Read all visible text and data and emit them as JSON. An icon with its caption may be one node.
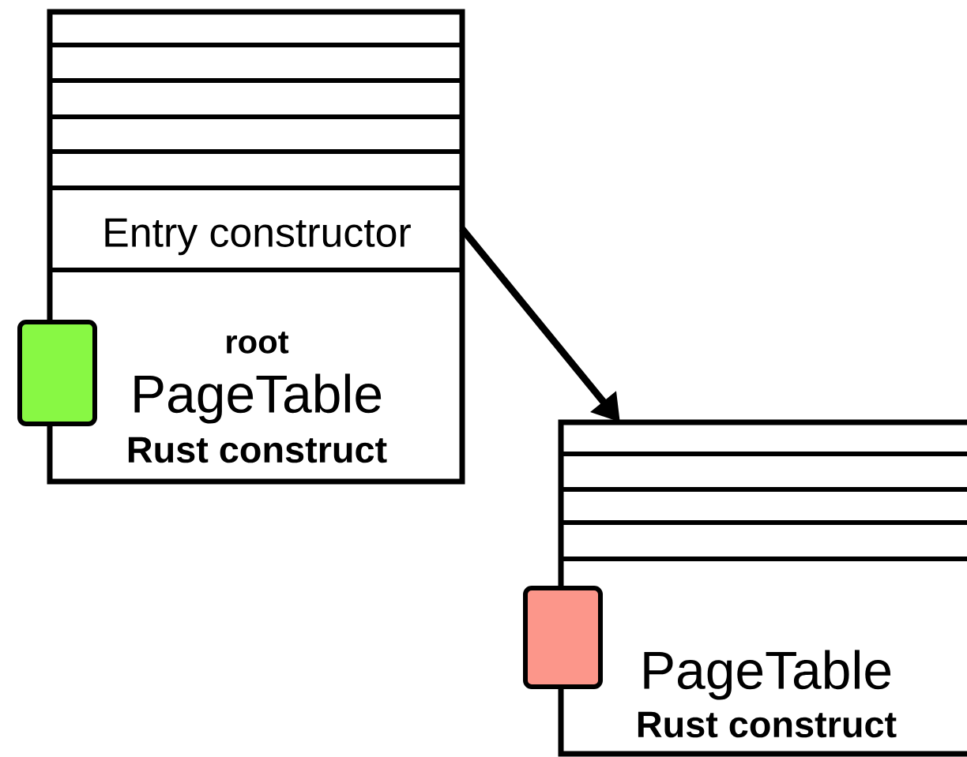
{
  "diagram": {
    "nodes": [
      {
        "text": [
          "root",
          "PageTable",
          "Rust construct"
        ]
      },
      {
        "text": [
          "Entry constructor"
        ],
        "in": 0
      },
      {
        "text": [],
        "shape": "box"
      },
      {
        "text": [
          "PageTable",
          "Rust construct"
        ]
      },
      {
        "text": [],
        "shape": "box"
      }
    ],
    "edges": [
      {
        "from": 1,
        "to": 3,
        "arrow": "to"
      }
    ]
  }
}
